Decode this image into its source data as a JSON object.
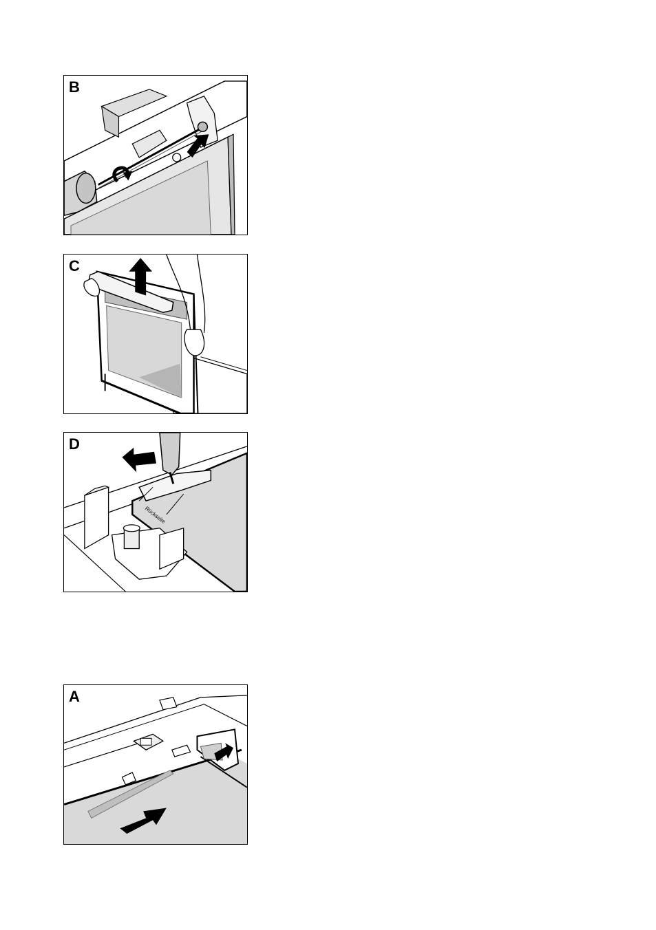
{
  "figures": [
    {
      "id": "B",
      "label": "B"
    },
    {
      "id": "C",
      "label": "C"
    },
    {
      "id": "D",
      "label": "D",
      "sticker_text": "Rückseite"
    },
    {
      "id": "A",
      "label": "A"
    }
  ]
}
